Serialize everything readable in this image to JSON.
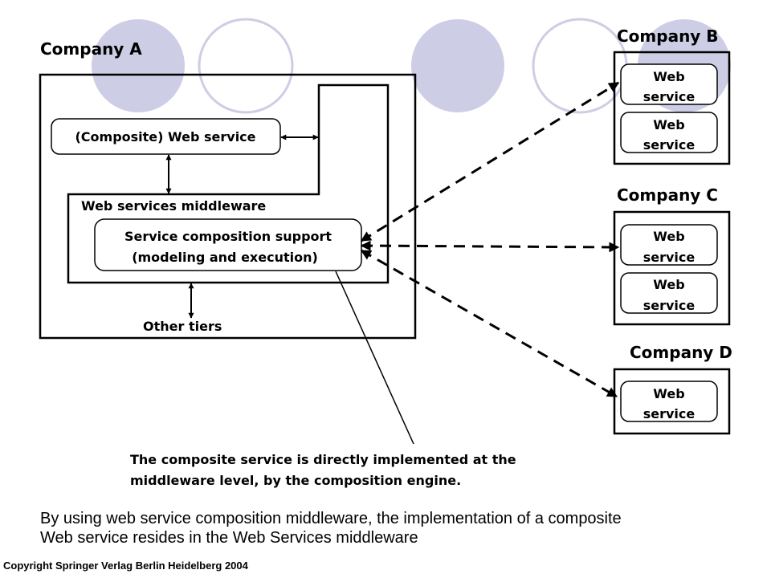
{
  "title": "",
  "company_a": {
    "label": "Company A",
    "composite_service": "(Composite) Web service",
    "middleware": "Web services middleware",
    "composition_support": {
      "line1": "Service composition support",
      "line2": "(modeling and execution)"
    },
    "other_tiers": "Other tiers"
  },
  "company_b": {
    "label": "Company B",
    "services": [
      {
        "line1": "Web",
        "line2": "service"
      },
      {
        "line1": "Web",
        "line2": "service"
      }
    ]
  },
  "company_c": {
    "label": "Company C",
    "services": [
      {
        "line1": "Web",
        "line2": "service"
      },
      {
        "line1": "Web",
        "line2": "service"
      }
    ]
  },
  "company_d": {
    "label": "Company D",
    "services": [
      {
        "line1": "Web",
        "line2": "service"
      }
    ]
  },
  "annotation": {
    "line1": "The composite service is directly implemented at the",
    "line2": "middleware level, by the composition engine."
  },
  "caption": {
    "line1": "By using web service composition middleware, the implementation of a composite",
    "line2": "Web service resides in the Web Services middleware"
  },
  "copyright": "Copyright Springer Verlag Berlin Heidelberg 2004",
  "colors": {
    "decor_fill": "#CDCDE6",
    "decor_stroke": "#CDCDE6",
    "ink": "#000000"
  }
}
